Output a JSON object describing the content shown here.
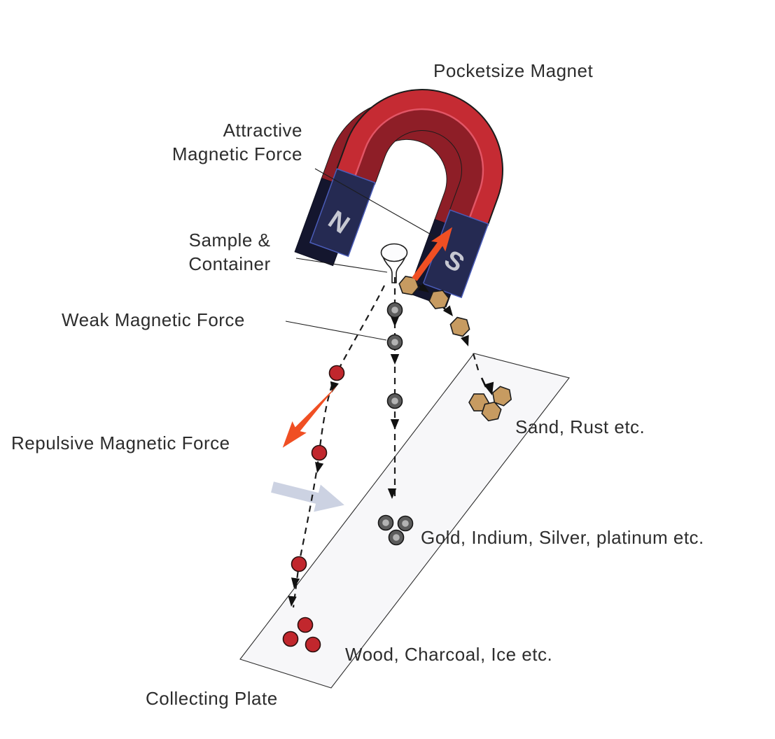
{
  "title": "Pocketsize Magnet",
  "magnet": {
    "north": "N",
    "south": "S"
  },
  "labels": {
    "attractive": [
      "Attractive",
      "Magnetic Force"
    ],
    "sample": [
      "Sample &",
      "Container"
    ],
    "weak": "Weak Magnetic Force",
    "repulsive": "Repulsive Magnetic Force",
    "collecting_plate": "Collecting Plate"
  },
  "materials": [
    {
      "label": "Sand, Rust etc.",
      "particle_icon": "hexagon-grain",
      "color": "#c79b61"
    },
    {
      "label": "Gold, Indium, Silver, platinum etc.",
      "particle_icon": "ring-grain",
      "color": "#5c5c5c"
    },
    {
      "label": "Wood, Charcoal, Ice etc.",
      "particle_icon": "round-grain",
      "color": "#c1272d"
    }
  ],
  "colors": {
    "text": "#2d2d2d",
    "line": "#1c1c1c",
    "magnet_red": "#c52b33",
    "magnet_red_dark": "#8e1e27",
    "magnet_red_highlight": "#e25666",
    "magnet_navy": "#252a52",
    "magnet_navy_dark": "#14162e",
    "pole_letter": "#c6c8d2",
    "force_arrow": "#f04f23",
    "flow_arrow": "#ccd2e2",
    "particle_sand": "#c79b61",
    "particle_metal_ring": "#5c5c5c",
    "particle_metal_core": "#b3b3b3",
    "particle_repelled": "#c1272d",
    "plate_fill": "#f7f7f9"
  }
}
